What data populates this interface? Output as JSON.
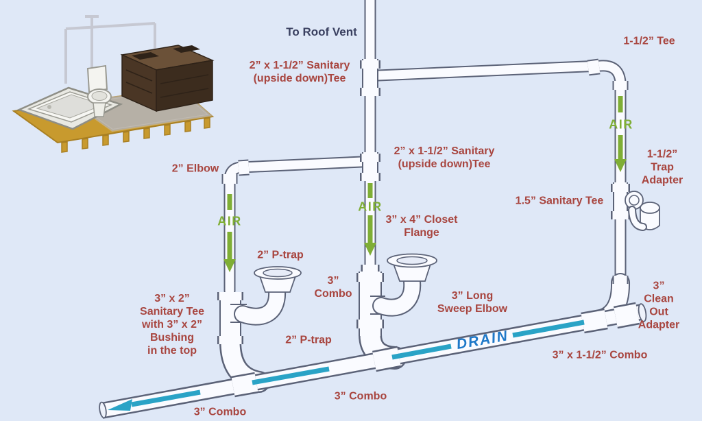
{
  "colors": {
    "background": "#dfe8f7",
    "label_red": "#a8453f",
    "text_dark": "#3a4060",
    "air_green": "#7fae35",
    "drain_teal": "#2aa3c6",
    "drain_text_blue": "#1e78c8",
    "pipe_outline": "#5b6277",
    "pipe_fill": "#fafbff",
    "platform_gold": "#c89a2e",
    "slab_gray": "#b6b0a6",
    "vanity_brown": "#4a3625"
  },
  "labels": {
    "to_roof_vent": "To Roof Vent",
    "top_sanitary_tee": "2” x 1-1/2” Sanitary\n(upside down)Tee",
    "tee_1_1_2": "1-1/2” Tee",
    "air": "AIR",
    "trap_adapter_1_1_2": "1-1/2”\nTrap\nAdapter",
    "sanitary_tee_1_5": "1.5” Sanitary Tee",
    "elbow_2": "2” Elbow",
    "mid_sanitary_tee": "2” x 1-1/2” Sanitary\n(upside down)Tee",
    "closet_flange_3x4": "3” x 4” Closet\nFlange",
    "p_trap_2_upper": "2” P-trap",
    "combo_3_mid": "3”\nCombo",
    "sanitary_tee_3x2_bushing": "3” x 2”\nSanitary Tee\nwith 3” x 2”\nBushing\nin the top",
    "p_trap_2_lower": "2” P-trap",
    "long_sweep_elbow_3": "3” Long\nSweep Elbow",
    "clean_out_adapter_3": "3”\nClean\nOut\nAdapter",
    "combo_3_x_1_1_2": "3” x 1-1/2” Combo",
    "drain": "DRAIN",
    "combo_3_bottom_mid": "3” Combo",
    "combo_3_bottom_left": "3” Combo"
  }
}
